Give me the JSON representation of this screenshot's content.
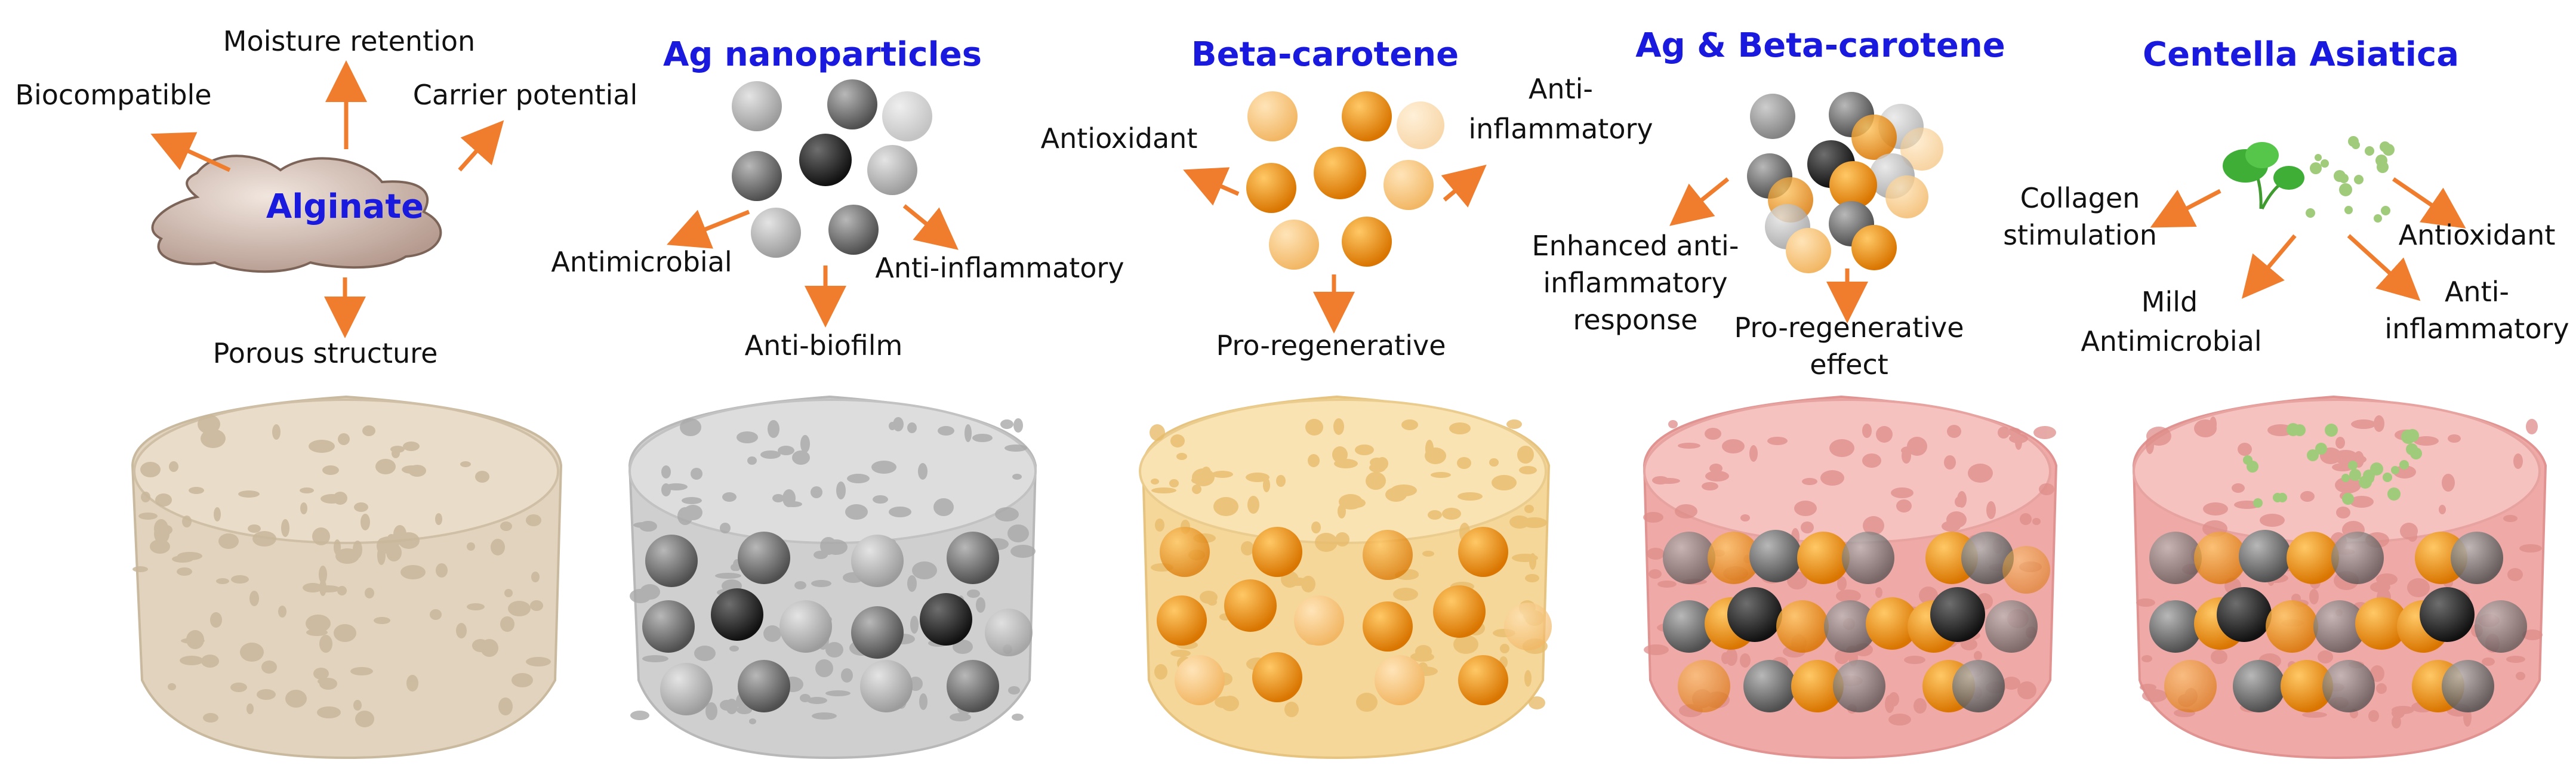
{
  "colors": {
    "title_blue": "#1a1adf",
    "arrow": "#ef7d2d",
    "label_text": "#111111"
  },
  "panels": [
    {
      "key": "alginate",
      "title": "Alginate",
      "labels": [
        "Moisture retention",
        "Biocompatible",
        "Carrier potential",
        "Porous structure"
      ],
      "scaffold_color": "#e1d3bd"
    },
    {
      "key": "ag",
      "title": "Ag nanoparticles",
      "labels": [
        "Antimicrobial",
        "Anti-inflammatory",
        "Anti-biofilm"
      ],
      "scaffold_color": "#cfcfcf"
    },
    {
      "key": "beta",
      "title": "Beta-carotene",
      "labels": [
        "Antioxidant",
        "Anti-",
        "inflammatory",
        "Pro-regenerative"
      ],
      "scaffold_color": "#f5d79a"
    },
    {
      "key": "agbeta",
      "title": "Ag & Beta-carotene",
      "labels": [
        "Enhanced anti-",
        "inflammatory",
        "response",
        "Pro-regenerative",
        "effect"
      ],
      "scaffold_color": "#efaaa8"
    },
    {
      "key": "centella",
      "title": "Centella Asiatica",
      "labels": [
        "Collagen",
        "stimulation",
        "Antioxidant",
        "Mild",
        "Antimicrobial",
        "Anti-",
        "inflammatory"
      ],
      "scaffold_color": "#efaaa8"
    }
  ]
}
